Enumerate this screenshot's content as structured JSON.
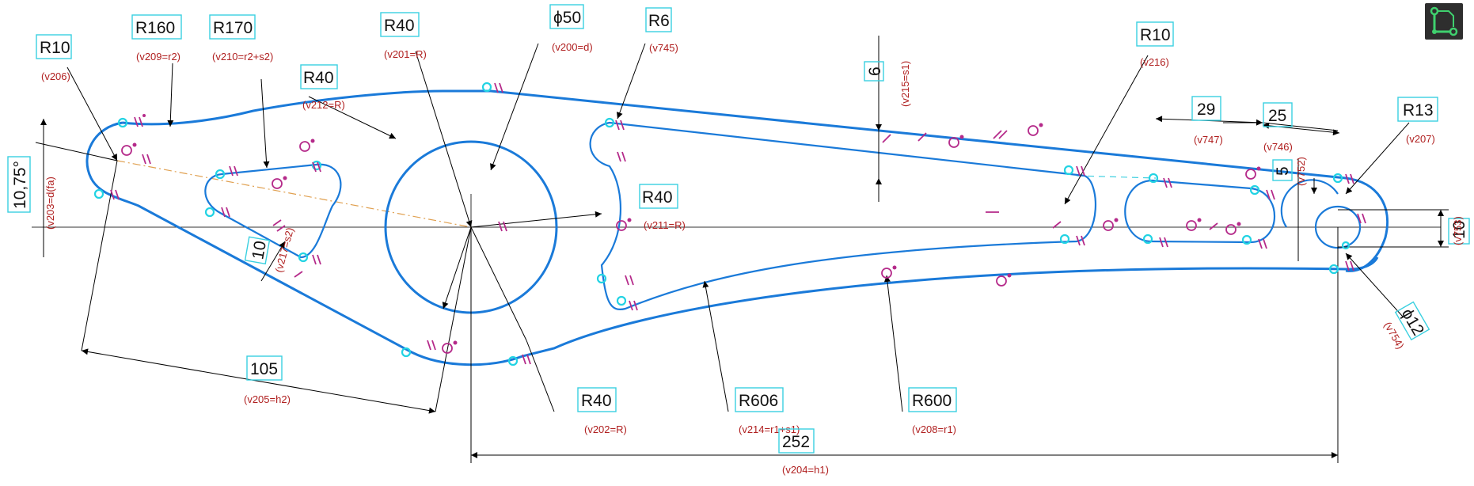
{
  "dimensions": [
    {
      "id": "r10_left",
      "value": "R10",
      "var": "(v206)"
    },
    {
      "id": "r160",
      "value": "R160",
      "var": "(v209=r2)"
    },
    {
      "id": "r170",
      "value": "R170",
      "var": "(v210=r2+s2)"
    },
    {
      "id": "r40_top",
      "value": "R40",
      "var": "(v201=R)"
    },
    {
      "id": "d50",
      "value": "ϕ50",
      "var": "(v200=d)"
    },
    {
      "id": "r6",
      "value": "R6",
      "var": "(v745)"
    },
    {
      "id": "r40_left",
      "value": "R40",
      "var": "(v212=R)"
    },
    {
      "id": "dim6",
      "value": "6",
      "var": "(v215=s1)"
    },
    {
      "id": "r10_right",
      "value": "R10",
      "var": "(v216)"
    },
    {
      "id": "dim29",
      "value": "29",
      "var": "(v747)"
    },
    {
      "id": "dim25",
      "value": "25",
      "var": "(v746)"
    },
    {
      "id": "r13",
      "value": "R13",
      "var": "(v207)"
    },
    {
      "id": "dim5",
      "value": "5",
      "var": "(v752)"
    },
    {
      "id": "angle",
      "value": "10,75°",
      "var": "(v203=d(fa)"
    },
    {
      "id": "r40_mid",
      "value": "R40",
      "var": "(v211=R)"
    },
    {
      "id": "dim10_left",
      "value": "10",
      "var": "(v217=s2)"
    },
    {
      "id": "dim10_right",
      "value": "10",
      "var": "(v753)"
    },
    {
      "id": "d12",
      "value": "ϕ12",
      "var": "(v754)"
    },
    {
      "id": "dim105",
      "value": "105",
      "var": "(v205=h2)"
    },
    {
      "id": "r40_bottom",
      "value": "R40",
      "var": "(v202=R)"
    },
    {
      "id": "r606",
      "value": "R606",
      "var": "(v214=r1+s1)"
    },
    {
      "id": "r600",
      "value": "R600",
      "var": "(v208=r1)"
    },
    {
      "id": "dim252",
      "value": "252",
      "var": "(v204=h1)"
    }
  ],
  "toolbar": {
    "icon": "sketch-mode-icon"
  },
  "colors": {
    "geometry": "#1a7ad9",
    "dimension_value": "#111111",
    "variable": "#b02020",
    "constraint": "#b52a8a",
    "node": "#22d3e3"
  }
}
